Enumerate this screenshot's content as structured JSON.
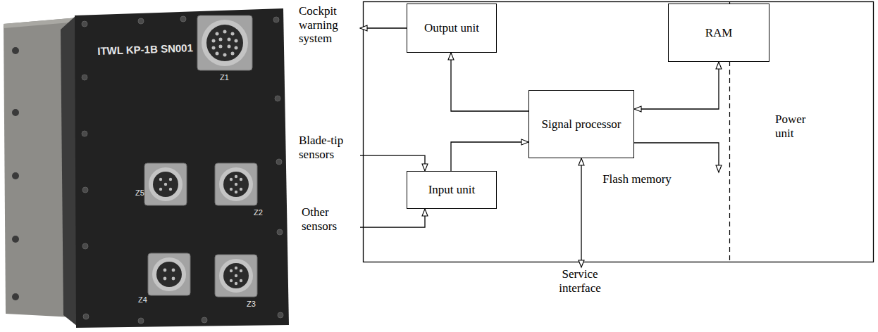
{
  "diagram": {
    "nodes": [
      {
        "text": [
          "Cockpit warning system"
        ]
      },
      {
        "text": [
          "Output unit"
        ]
      },
      {
        "text": [
          "RAM"
        ]
      },
      {
        "text": [
          "Signal processor"
        ]
      },
      {
        "text": [
          "Power unit"
        ]
      },
      {
        "text": [
          "Blade-tip sensors"
        ]
      },
      {
        "text": [
          "Input unit"
        ]
      },
      {
        "text": [
          "Flash memory"
        ]
      },
      {
        "text": [
          "Other sensors"
        ]
      },
      {
        "text": [
          "Service interface"
        ]
      }
    ],
    "edges": [
      {
        "from": 1,
        "to": 0,
        "arrow": "to"
      },
      {
        "from": 3,
        "to": 1,
        "arrow": "to"
      },
      {
        "from": 2,
        "to": 3,
        "arrow": "both"
      },
      {
        "from": 3,
        "to": 7,
        "arrow": "to"
      },
      {
        "from": 6,
        "to": 3,
        "arrow": "to"
      },
      {
        "from": 5,
        "to": 6,
        "arrow": "to"
      },
      {
        "from": 8,
        "to": 6,
        "arrow": "to"
      },
      {
        "from": 3,
        "to": 9,
        "arrow": "both"
      }
    ],
    "labels": [
      "ITWL KP-1B SN001",
      "Z1",
      "Z5",
      "Z2",
      "Z4",
      "Z3"
    ]
  }
}
